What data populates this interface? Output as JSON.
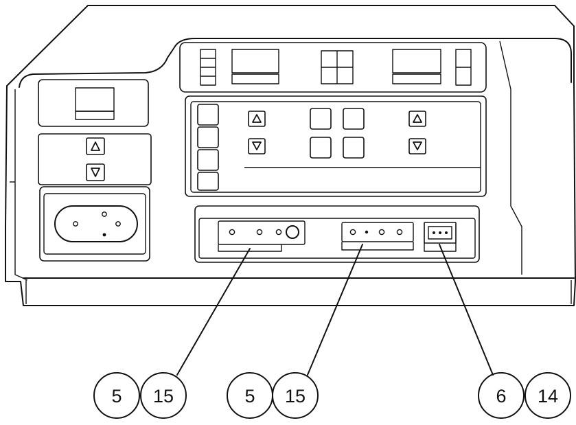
{
  "callouts": [
    {
      "id": "left",
      "numbers": [
        "5",
        "15"
      ]
    },
    {
      "id": "middle",
      "numbers": [
        "5",
        "15"
      ]
    },
    {
      "id": "right",
      "numbers": [
        "6",
        "14"
      ]
    }
  ],
  "icons": {
    "up": "up-arrow-icon",
    "down": "down-arrow-icon"
  }
}
